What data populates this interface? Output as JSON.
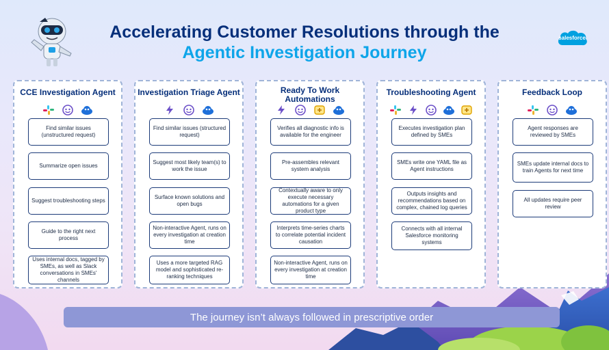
{
  "title": {
    "line1": "Accelerating Customer Resolutions through the",
    "line2": "Agentic Investigation Journey"
  },
  "brand_logo": "salesforce",
  "columns": [
    {
      "title": "CCE Investigation Agent",
      "icons": [
        "slack-icon",
        "agent-face-icon",
        "astro-icon"
      ],
      "cards": [
        "Find similar issues (unstructured request)",
        "Summarize open issues",
        "Suggest troubleshooting steps",
        "Guide to the right next process",
        "Uses internal docs, tagged by SMEs, as well as Slack conversations in SMEs' channels"
      ]
    },
    {
      "title": "Investigation Triage Agent",
      "icons": [
        "lightning-icon",
        "agent-face-icon",
        "astro-icon"
      ],
      "cards": [
        "Find similar issues (structured request)",
        "Suggest most likely team(s) to work the issue",
        "Surface known solutions and open bugs",
        "Non-interactive Agent, runs on every investigation at creation time",
        "Uses a more targeted RAG model and sophisticated re-ranking techniques"
      ]
    },
    {
      "title": "Ready To Work Automations",
      "icons": [
        "lightning-icon",
        "agent-face-icon",
        "plus-box-icon",
        "astro-icon"
      ],
      "cards": [
        "Verifies all diagnostic info is available for the engineer",
        "Pre-assembles relevant system analysis",
        "Contextually aware to only execute necessary automations for a given product type",
        "Interprets time-series charts to correlate potential incident causation",
        "Non-interactive Agent, runs on every investigation at creation time"
      ]
    },
    {
      "title": "Troubleshooting Agent",
      "icons": [
        "slack-icon",
        "lightning-icon",
        "agent-face-icon",
        "astro-icon",
        "plus-box-icon"
      ],
      "cards": [
        "Executes investigation plan defined by SMEs",
        "SMEs write one YAML file as Agent instructions",
        "Outputs insights and recommendations based on complex, chained log queries",
        "Connects with all internal Salesforce monitoring systems"
      ]
    },
    {
      "title": "Feedback Loop",
      "icons": [
        "slack-icon",
        "agent-face-icon",
        "astro-icon"
      ],
      "cards": [
        "Agent responses are reviewed by SMEs",
        "SMEs update internal docs to train Agents for next time",
        "All updates require peer review"
      ]
    }
  ],
  "banner": "The journey isn’t always followed in prescriptive order"
}
